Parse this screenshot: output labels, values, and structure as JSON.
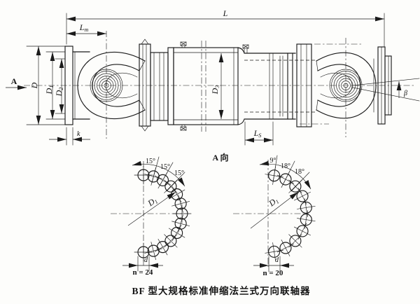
{
  "caption": "BF 型大规格标准伸缩法兰式万向联轴器",
  "view_label": "A 向",
  "dims": {
    "L": {
      "base": "L",
      "sub": ""
    },
    "Lm": {
      "base": "L",
      "sub": "m"
    },
    "Ls": {
      "base": "L",
      "sub": "S"
    },
    "D": {
      "base": "D",
      "sub": ""
    },
    "D1": {
      "base": "D",
      "sub": "1"
    },
    "D2": {
      "base": "D",
      "sub": "2"
    },
    "D3": {
      "base": "D",
      "sub": "3"
    },
    "k": "k",
    "beta": "β",
    "view_arrow": "A"
  },
  "left_flange": {
    "angle_labels": [
      "15°",
      "15°",
      "15°"
    ],
    "bolt_circle": {
      "base": "D",
      "sub": "1"
    },
    "hole_dia": "d",
    "count_label": "n = 24",
    "holes": {
      "n": 24,
      "step_deg": 15,
      "start_deg": 90
    }
  },
  "right_flange": {
    "angle_labels": [
      "9°",
      "18°",
      "18°"
    ],
    "bolt_circle": {
      "base": "D",
      "sub": "1"
    },
    "hole_dia": "d",
    "count_label": "n = 20",
    "holes": {
      "n": 20,
      "step_deg": 18,
      "start_deg": 81
    }
  },
  "colors": {
    "line": "#1b1b1b",
    "background": "#fdfdfb"
  }
}
